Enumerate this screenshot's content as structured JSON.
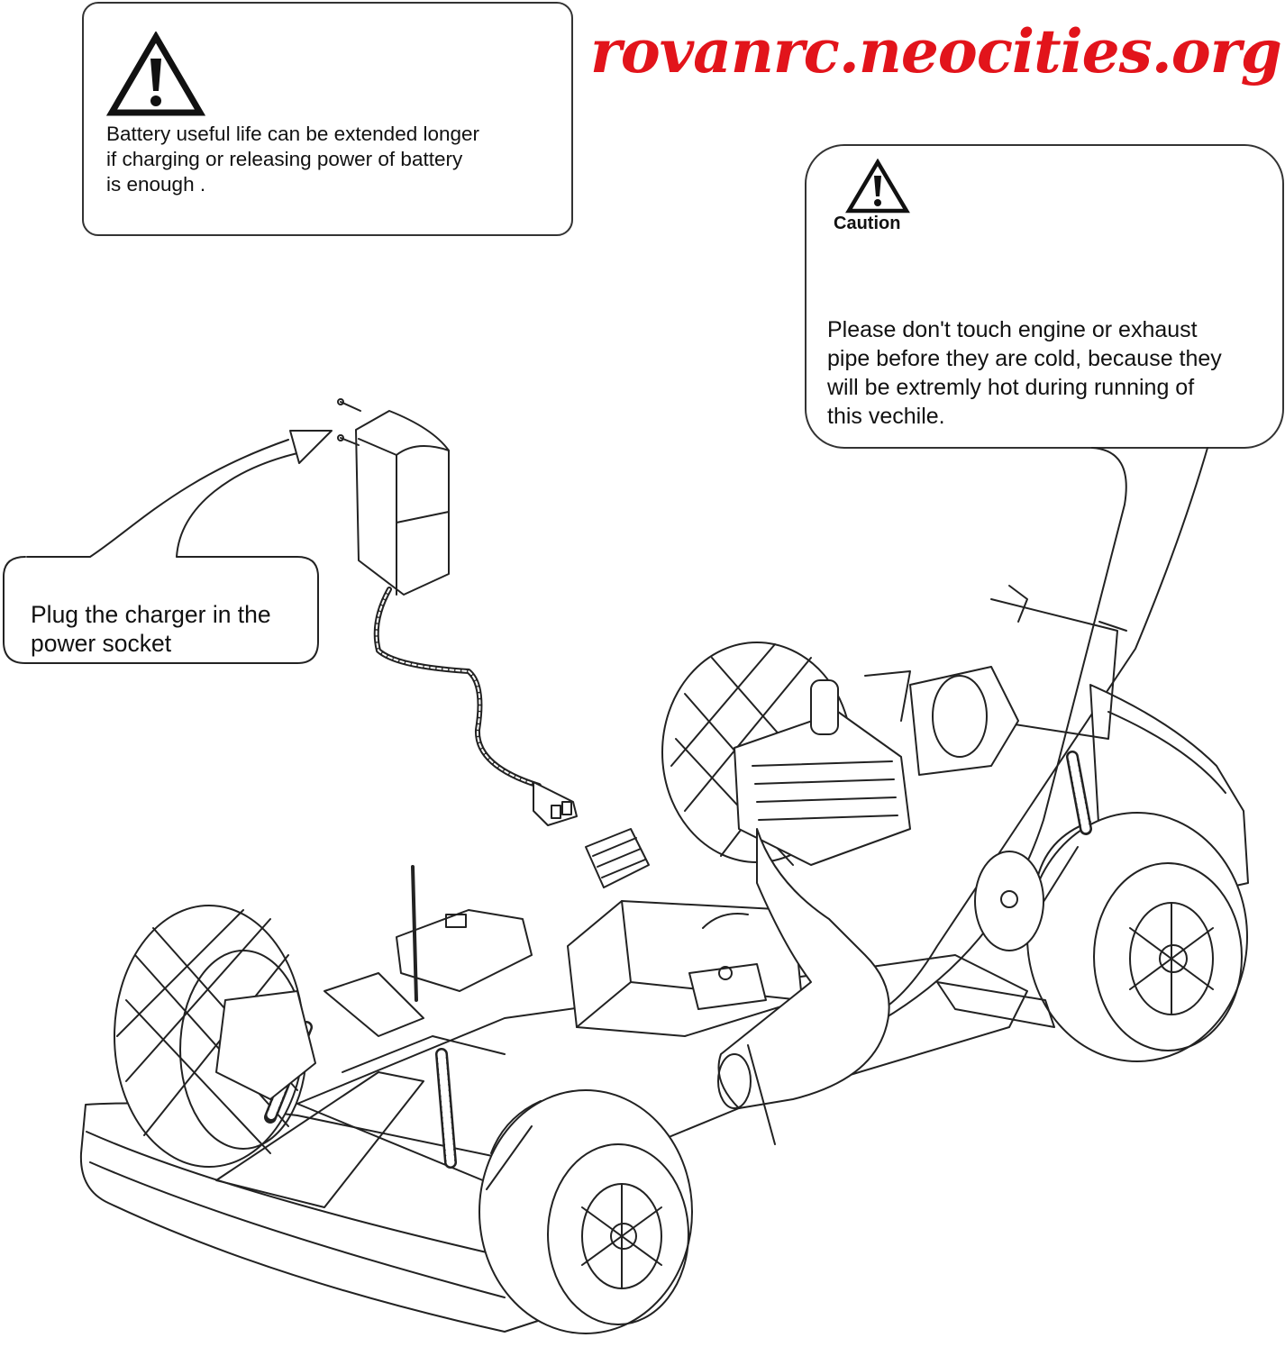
{
  "site_watermark": "rovanrc.neocities.org",
  "colors": {
    "watermark": "#e2141b",
    "line": "#222222",
    "background": "#ffffff"
  },
  "battery_note": {
    "icon": "warning-triangle-icon",
    "text": "Battery useful life can be extended longer\nif charging or releasing power of battery\nis enough ."
  },
  "caution_note": {
    "icon": "warning-triangle-icon",
    "label": "Caution",
    "text": "Please don't touch engine or exhaust\npipe before they are cold, because they\nwill be extremly hot during running of\nthis vechile."
  },
  "plug_note": {
    "text": "Plug the charger in the\npower socket"
  },
  "illustration": {
    "charger_icon": "wall-charger-icon",
    "vehicle_icon": "rc-car-chassis-icon"
  }
}
